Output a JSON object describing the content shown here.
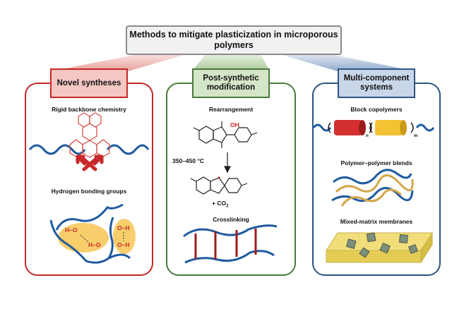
{
  "title": "Methods to mitigate plasticization in microporous polymers",
  "panels": {
    "left": {
      "title": "Novel syntheses",
      "color": "#c62828",
      "items": [
        "Rigid backbone chemistry",
        "Hydrogen bonding groups"
      ],
      "hbond_labels": [
        "H–O",
        "H–O",
        "O–H",
        "O–H"
      ]
    },
    "middle": {
      "title": "Post-synthetic modification",
      "color": "#4a7a3a",
      "items": [
        "Rearrangement",
        "Crosslinking"
      ],
      "temperature": "350–450 °C",
      "byproduct_prefix": "+ CO",
      "byproduct_sub": "2",
      "oh_label": "OH"
    },
    "right": {
      "title": "Multi-component systems",
      "color": "#2c5483",
      "items": [
        "Block copolymers",
        "Polymer–polymer blends",
        "Mixed-matrix membranes"
      ],
      "block_sub_n": "n",
      "block_sub_m": "m"
    }
  }
}
